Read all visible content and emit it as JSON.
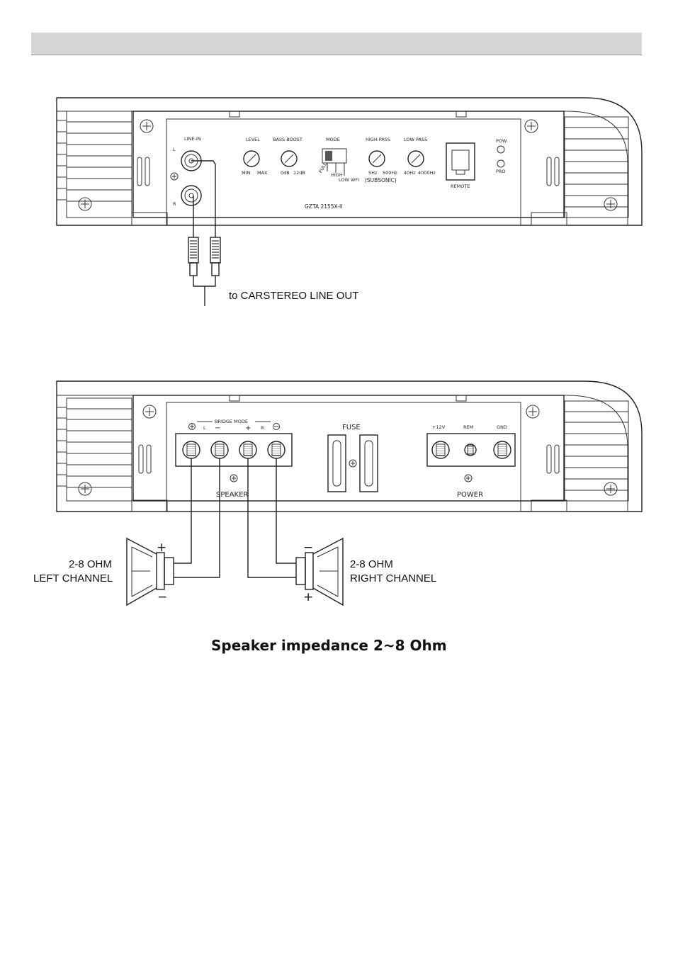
{
  "top_panel": {
    "line_in": "LINE-IN",
    "left": "L",
    "right": "R",
    "level": "LEVEL",
    "level_min": "MIN",
    "level_max": "MAX",
    "bass_boost": "BASS BOOST",
    "bass_min": "0dB",
    "bass_max": "12dB",
    "mode": "MODE",
    "mode_full": "FULL",
    "mode_high": "HIGH",
    "mode_low": "LOW WFI",
    "high_pass": "HIGH PASS",
    "hp_min": "5Hz",
    "hp_max": "500Hz",
    "subsonic": "(SUBSONIC)",
    "low_pass": "LOW PASS",
    "lp_min": "40Hz",
    "lp_max": "4000Hz",
    "remote": "REMOTE",
    "pow": "POW",
    "pro": "PRO",
    "model": "GZTA 2155X-II",
    "connection_label": "to CARSTEREO LINE OUT"
  },
  "bottom_panel": {
    "bridge_mode": "BRIDGE MODE",
    "spk_l": "L",
    "spk_r": "R",
    "minus": "−",
    "plus": "+",
    "speaker": "SPEAKER",
    "fuse": "FUSE",
    "power_12v": "+12V",
    "power_rem": "REM",
    "power_gnd": "GND",
    "power": "POWER"
  },
  "speakers": {
    "left_ohm": "2-8 OHM",
    "left_channel": "LEFT CHANNEL",
    "right_ohm": "2-8 OHM",
    "right_channel": "RIGHT CHANNEL",
    "left_plus": "+",
    "left_minus": "−",
    "right_minus": "−",
    "right_plus": "+"
  },
  "caption": "Speaker impedance 2~8 Ohm"
}
